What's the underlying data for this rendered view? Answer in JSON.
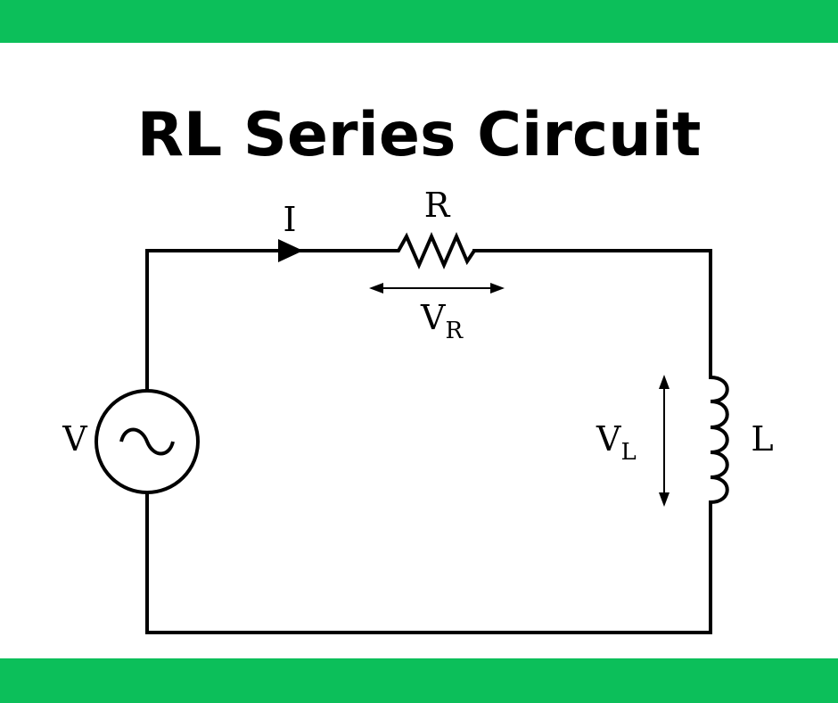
{
  "title": "RL Series Circuit",
  "colors": {
    "band": "#0cbf5a",
    "ink": "#000000",
    "background": "#ffffff"
  },
  "labels": {
    "current": "I",
    "resistor": "R",
    "resistor_voltage_main": "V",
    "resistor_voltage_sub": "R",
    "source": "V",
    "inductor": "L",
    "inductor_voltage_main": "V",
    "inductor_voltage_sub": "L"
  },
  "components": {
    "source_symbol": "~"
  }
}
